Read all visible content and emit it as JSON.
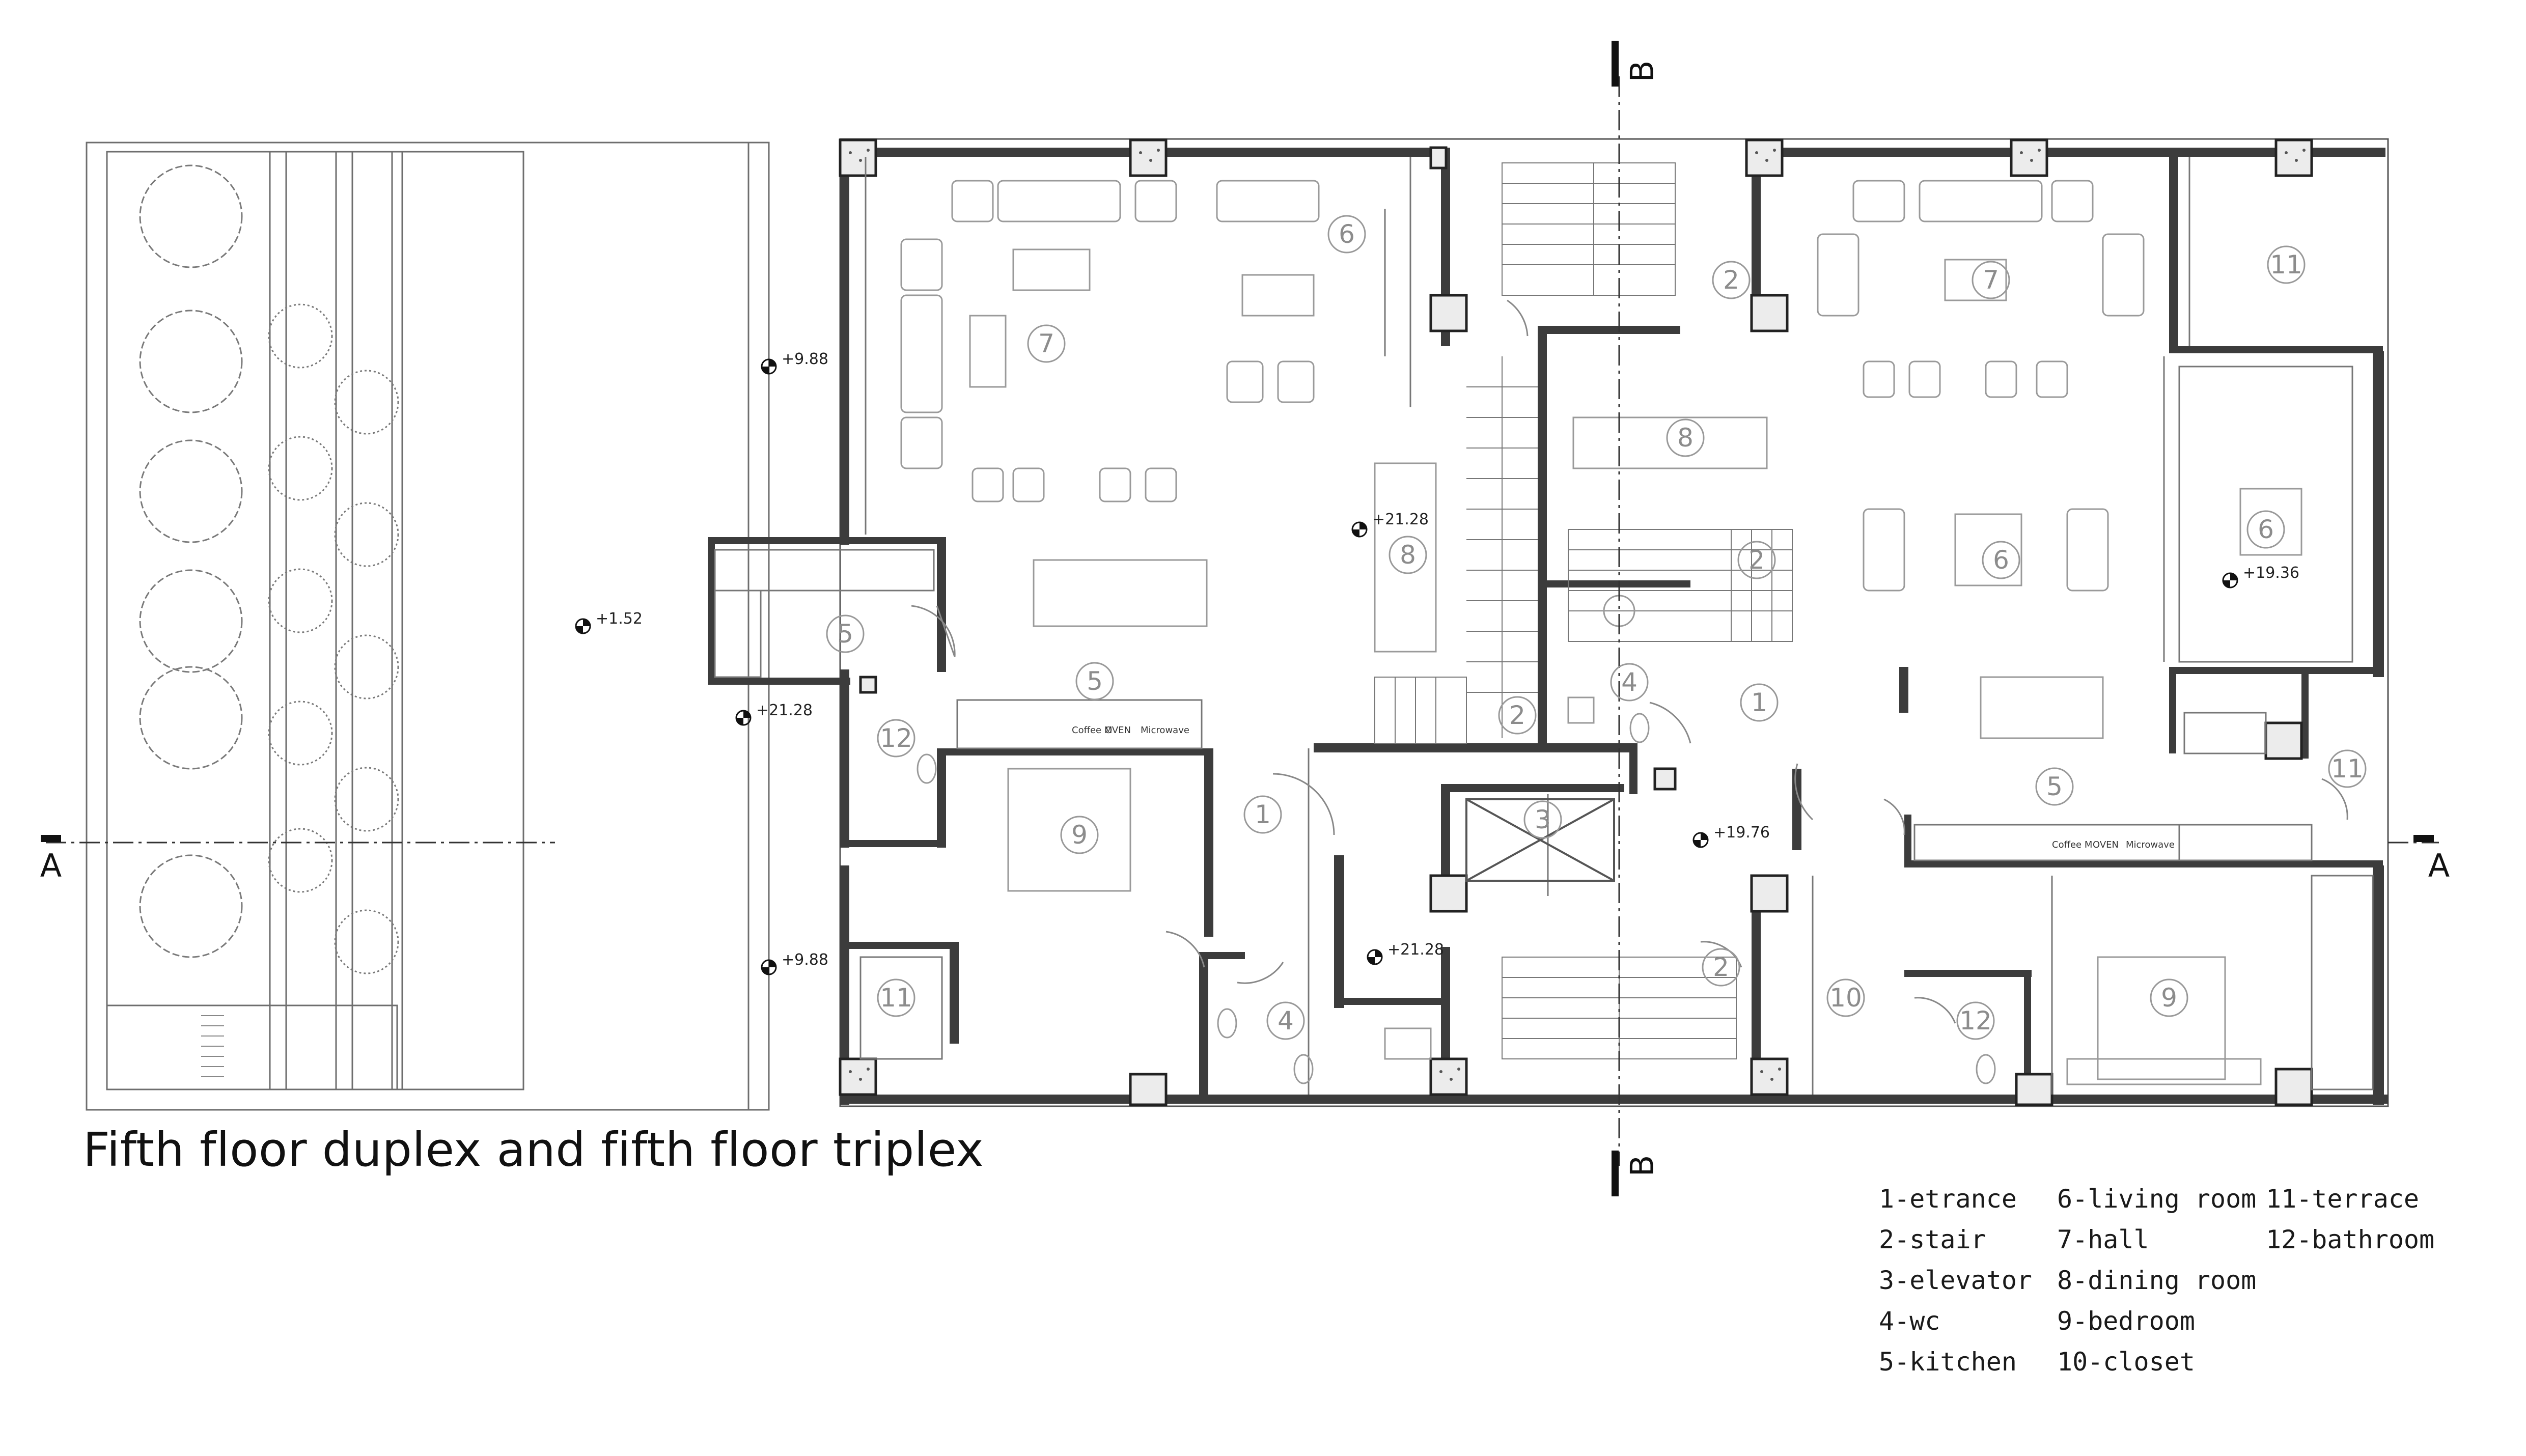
{
  "title": "Fifth floor duplex and fifth floor triplex",
  "section_markers": {
    "a": "A",
    "b": "B"
  },
  "levels": {
    "landscape": "+1.52",
    "left_upper": "+9.88",
    "left_lower": "+9.88",
    "kitchen_outside": "+21.28",
    "dining": "+21.28",
    "lower_hall": "+21.28",
    "core": "+19.76",
    "right_living": "+19.36"
  },
  "appliance_labels": {
    "coffee": "Coffee M",
    "oven": "OVEN",
    "microwave": "Microwave"
  },
  "legend": [
    "1-etrance",
    "6-living room",
    "11-terrace",
    "2-stair",
    "7-hall",
    "12-bathroom",
    "3-elevator",
    "8-dining room",
    "",
    "4-wc",
    "9-bedroom",
    "",
    "5-kitchen",
    "10-closet",
    ""
  ],
  "room_numbers": {
    "r6a": "6",
    "r7a": "7",
    "r5a": "5",
    "r5b": "5",
    "r12a": "12",
    "r9a": "9",
    "r11a": "11",
    "r1a": "1",
    "r4a": "4",
    "r8a": "8",
    "r2a": "2",
    "r2b": "2",
    "r2c": "2",
    "r2d": "2",
    "r3a": "3",
    "r4b": "4",
    "r1b": "1",
    "r7b": "7",
    "r6b": "6",
    "r6c": "6",
    "r11b": "11",
    "r11c": "11",
    "r5c": "5",
    "r10a": "10",
    "r12b": "12",
    "r9b": "9"
  }
}
